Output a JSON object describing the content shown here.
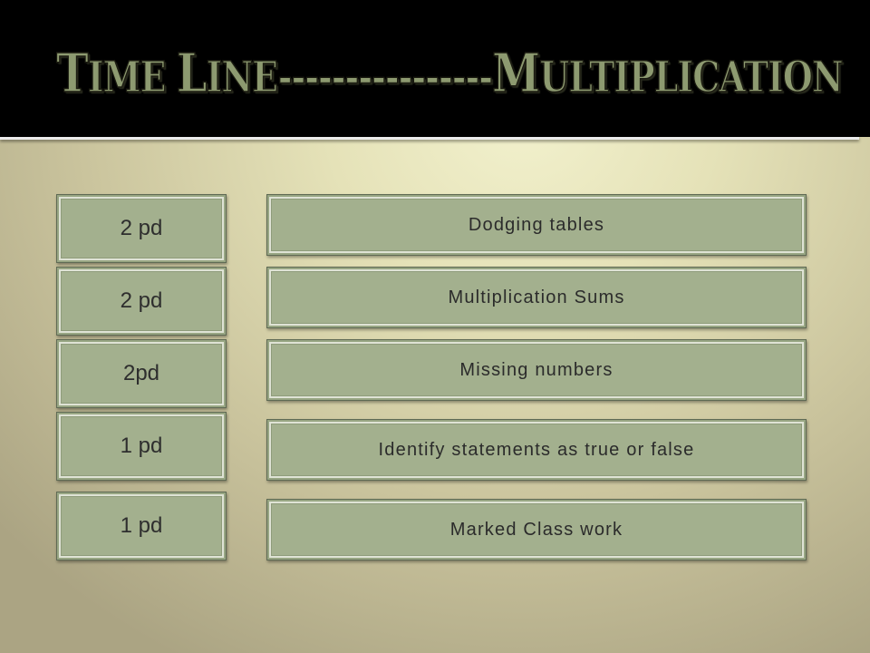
{
  "title": {
    "words": [
      "TIME",
      "LINE----------------",
      "MULTIPLICATION"
    ]
  },
  "timeline": [
    {
      "duration": "2 pd",
      "activity": "Dodging tables"
    },
    {
      "duration": "2 pd",
      "activity": "Multiplication Sums"
    },
    {
      "duration": "2pd",
      "activity": "Missing numbers"
    },
    {
      "duration": "1 pd",
      "activity": "Identify statements as true or false"
    },
    {
      "duration": "1 pd",
      "activity": "Marked Class work"
    }
  ],
  "colors": {
    "box_fill": "#a3b08e",
    "title_fill": "#8d9a70",
    "band": "#000000"
  }
}
